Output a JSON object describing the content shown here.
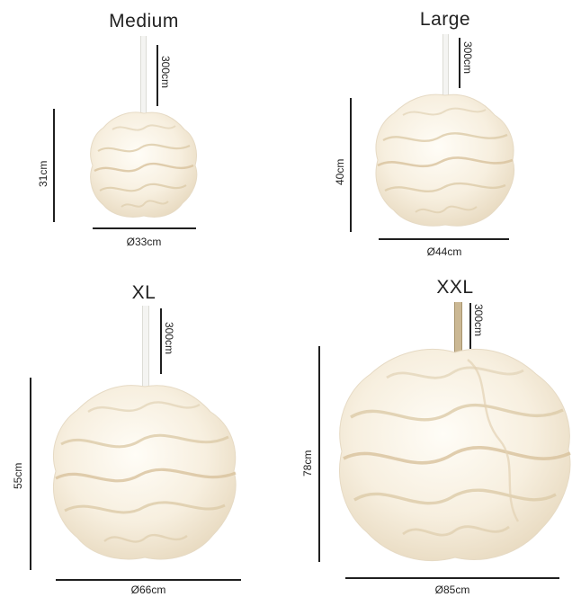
{
  "lamps": [
    {
      "id": "medium",
      "title": "Medium",
      "cord_length": "300cm",
      "height": "31cm",
      "diameter": "Ø33cm"
    },
    {
      "id": "large",
      "title": "Large",
      "cord_length": "300cm",
      "height": "40cm",
      "diameter": "Ø44cm"
    },
    {
      "id": "xl",
      "title": "XL",
      "cord_length": "300cm",
      "height": "55cm",
      "diameter": "Ø66cm"
    },
    {
      "id": "xxl",
      "title": "XXL",
      "cord_length": "300cm",
      "height": "78cm",
      "diameter": "Ø85cm"
    }
  ],
  "colors": {
    "shade_light": "#fbf7ee",
    "shade_mid": "#efe4cf",
    "shade_shadow": "#d8c7a6",
    "line": "#1f1f1f",
    "background": "#ffffff"
  },
  "icons": {
    "lamp": "wavy-pendant-lamp"
  }
}
